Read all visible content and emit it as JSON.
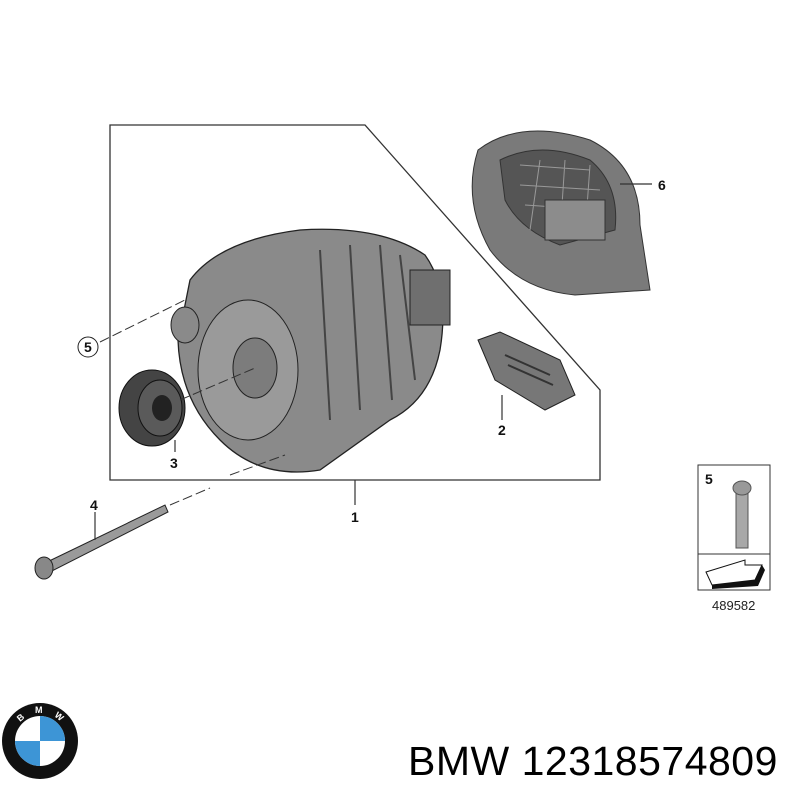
{
  "diagram": {
    "callouts": [
      {
        "id": "1",
        "label": "1"
      },
      {
        "id": "2",
        "label": "2"
      },
      {
        "id": "3",
        "label": "3"
      },
      {
        "id": "4",
        "label": "4"
      },
      {
        "id": "5",
        "label": "5",
        "circled": true
      },
      {
        "id": "6",
        "label": "6"
      }
    ],
    "inset": {
      "label": "5",
      "code": "489582"
    }
  },
  "footer": {
    "brand_logo_text": "BMW",
    "title": "BMW 12318574809"
  },
  "colors": {
    "part_gray": "#8a8a8a",
    "outline": "#222222",
    "logo_blue": "#3d95d6"
  }
}
